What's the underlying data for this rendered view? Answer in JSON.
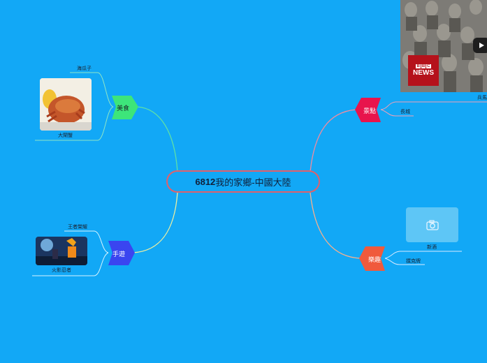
{
  "central": {
    "prefix": "6812",
    "title": "我的家鄉-中國大陸"
  },
  "branches": {
    "food": {
      "label": "美食",
      "color": "#3de57a",
      "items": [
        "海瓜子",
        "大閘蟹"
      ]
    },
    "games": {
      "label": "手遊",
      "color": "#3a45f0",
      "items": [
        "王者榮耀",
        "火影忍者"
      ]
    },
    "sights": {
      "label": "景點",
      "color": "#e8144c",
      "items": [
        "兵馬",
        "長城"
      ]
    },
    "fun": {
      "label": "樂趣",
      "color": "#f05a3c",
      "items": [
        "新酒",
        "撲克牌"
      ]
    }
  },
  "video": {
    "logo_line1": "BBC",
    "logo_line2": "NEWS"
  },
  "icons": {
    "camera": "camera-icon",
    "play": "play-icon"
  }
}
